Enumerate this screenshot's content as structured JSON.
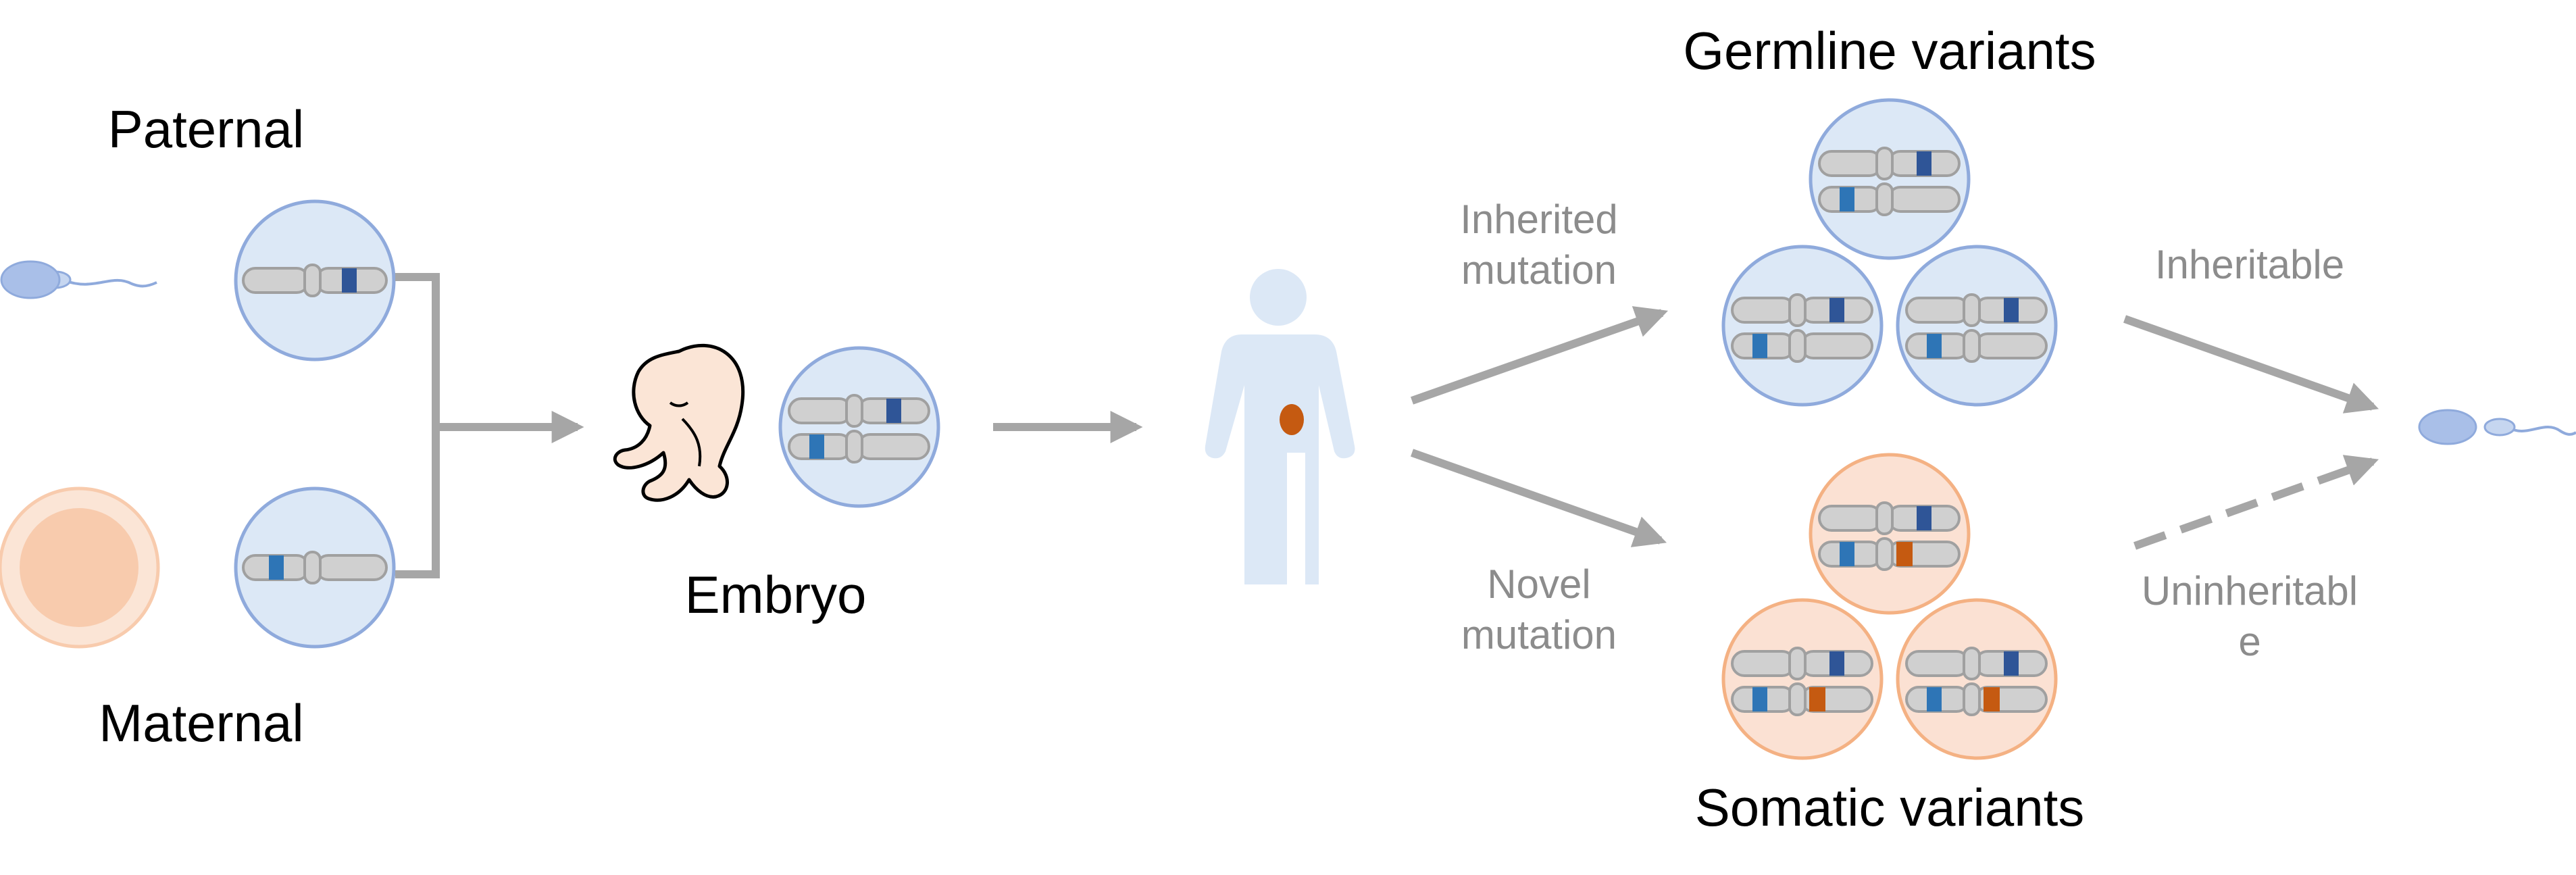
{
  "labels": {
    "paternal": "Paternal",
    "maternal": "Maternal",
    "embryo": "Embryo",
    "germline_variants": "Germline variants",
    "somatic_variants": "Somatic variants",
    "inherited_mutation_1": "Inherited",
    "inherited_mutation_2": "mutation",
    "novel_mutation_1": "Novel",
    "novel_mutation_2": "mutation",
    "inheritable": "Inheritable",
    "uninheritable_1": "Uninheritabl",
    "uninheritable_2": "e"
  },
  "colors": {
    "arrow": "#a6a6a6",
    "cell_blue_fill": "#dce8f6",
    "cell_blue_stroke": "#8faadc",
    "cell_orange_fill": "#fbe1d3",
    "cell_orange_stroke": "#f4b183",
    "chromosome_fill": "#d0d0d0",
    "chromosome_stroke": "#a0a0a0",
    "paternal_band": "#2f5597",
    "maternal_band": "#2e75b6",
    "mutation_band": "#c55a11",
    "sperm": "#a9bfe8",
    "egg_outer": "#fbe5d6",
    "egg_inner": "#f8cbad",
    "person": "#dce8f6",
    "embryo_skin": "#fbe5d6"
  },
  "icons": {
    "sperm": "sperm-icon",
    "egg": "egg-cell-icon",
    "fetus": "fetus-icon",
    "person": "person-icon"
  }
}
